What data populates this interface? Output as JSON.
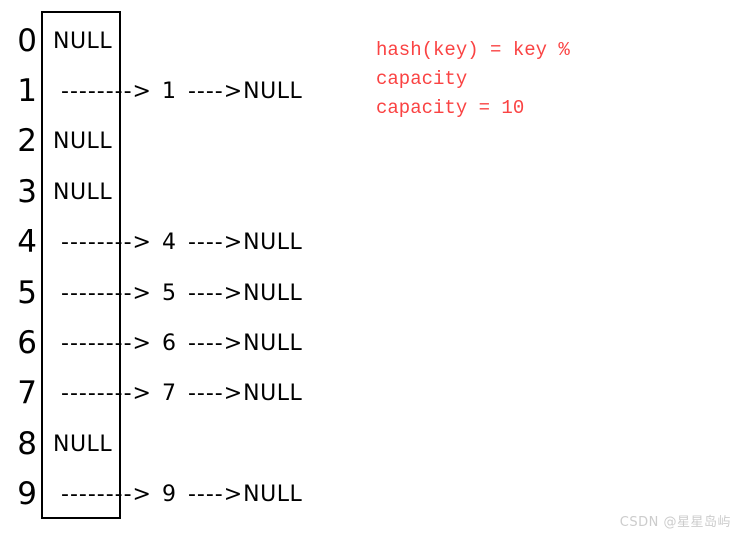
{
  "diagram": {
    "buckets": [
      {
        "index": "0",
        "type": "null",
        "label": "NULL"
      },
      {
        "index": "1",
        "type": "chain",
        "arrow1": "-------->",
        "value": "1",
        "arrow2": "---->",
        "terminal": "NULL"
      },
      {
        "index": "2",
        "type": "null",
        "label": "NULL"
      },
      {
        "index": "3",
        "type": "null",
        "label": "NULL"
      },
      {
        "index": "4",
        "type": "chain",
        "arrow1": "-------->",
        "value": "4",
        "arrow2": "---->",
        "terminal": "NULL"
      },
      {
        "index": "5",
        "type": "chain",
        "arrow1": "-------->",
        "value": "5",
        "arrow2": "---->",
        "terminal": "NULL"
      },
      {
        "index": "6",
        "type": "chain",
        "arrow1": "-------->",
        "value": "6",
        "arrow2": "---->",
        "terminal": "NULL"
      },
      {
        "index": "7",
        "type": "chain",
        "arrow1": "-------->",
        "value": "7",
        "arrow2": "---->",
        "terminal": "NULL"
      },
      {
        "index": "8",
        "type": "null",
        "label": "NULL"
      },
      {
        "index": "9",
        "type": "chain",
        "arrow1": "-------->",
        "value": "9",
        "arrow2": "---->",
        "terminal": "NULL"
      }
    ]
  },
  "annotation": {
    "line1": "hash(key) = key %",
    "line2": "capacity",
    "line3": "capacity = 10",
    "color": "#fa4343"
  },
  "watermark": {
    "text": "CSDN @星星岛屿",
    "color": "#cccccc"
  }
}
